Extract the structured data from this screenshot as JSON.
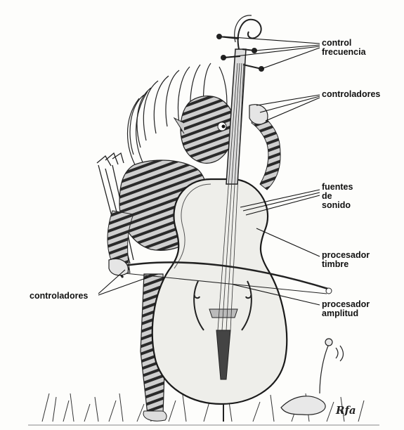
{
  "labels": {
    "control_frecuencia": "control\nfrecuencia",
    "controladores_top": "controladores",
    "fuentes_de_sonido": "fuentes\nde\nsonido",
    "procesador_timbre": "procesador\ntimbre",
    "controladores_left": "controladores",
    "procesador_amplitud": "procesador\namplitud"
  },
  "signature": "Rfa",
  "colors": {
    "ink": "#1a1a1a",
    "paper": "#fdfdfb",
    "shade": "#8a8a8a"
  }
}
